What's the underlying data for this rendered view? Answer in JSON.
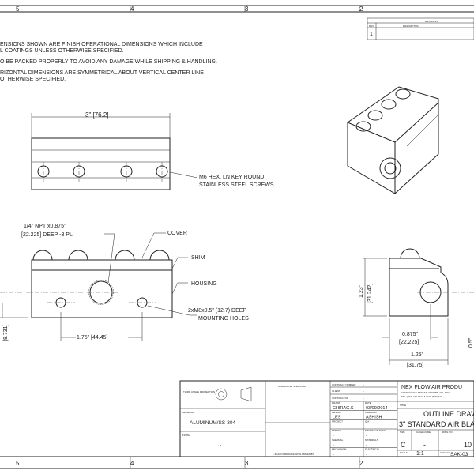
{
  "border": {
    "zones": [
      "5",
      "4",
      "3",
      "2"
    ]
  },
  "notes": [
    "ENSIONS SHOWN ARE FINISH OPERATIONAL DIMENSIONS WHICH INCLUDE",
    "L COATINGS UNLESS OTHERWISE SPECIFIED.",
    "O BE PACKED PROPERLY TO AVOID ANY DAMAGE WHILE SHIPPING & HANDLING.",
    "RIZONTAL DIMENSIONS ARE SYMMETRICAL ABOUT VERTICAL CENTER LINE",
    " OTHERWISE SPECIFIED."
  ],
  "revisions": {
    "title": "REVISIONS",
    "rev_header": "REV",
    "desc_header": "DESCRIPTION",
    "rows": [
      {
        "rev": "1",
        "desc": ""
      }
    ]
  },
  "top_view": {
    "width_dim": "3\" [76.2]",
    "screw_note": [
      "M6 HEX. LN KEY ROUND",
      "STAINLESS STEEL SCREWS"
    ]
  },
  "front_view": {
    "port_note": [
      "1/4\" NPT x0.875\"",
      "[22.225] DEEP -3 PL"
    ],
    "cover": "COVER",
    "shim": "SHIM",
    "housing": "HOUSING",
    "mount_note": [
      "2xM8x0.5\" (12.7) DEEP",
      "MOUNTING HOLES"
    ],
    "hole_spacing": "1.75\" [44.45]",
    "left_dim": "[8.731]"
  },
  "side_view": {
    "height_dim": [
      "1.23\"",
      "[31.242]"
    ],
    "port_dim": [
      "0.875\"",
      "[22.225]"
    ],
    "width_dim": [
      "1.25\"",
      "[31.75]"
    ],
    "right_dim": "0.5\""
  },
  "title_block": {
    "projection": "THIRD ANGLE PROJECTION",
    "otherwise": "OTHERWISE SPECIFIED",
    "material_label": "MATERIAL",
    "material": "ALUMINUM/SS-304",
    "finish_label": "FINISH",
    "finish": "-",
    "accordance": "+ IN ACCORDANCE WITH ANS 10387",
    "contract_label": "CONTRACT NUMBER",
    "contract": "-",
    "client_label": "CLIENT",
    "client": "-",
    "contractor_label": "CONTRACTOR",
    "contractor": "-",
    "drawn_label": "DRAWN",
    "drawn": "CHIRAG.S",
    "date_label": "DATE",
    "date": "03/09/2014",
    "design_label": "DESIGN",
    "design": "LES",
    "checked_label": "CHECKED",
    "checked": "ASHISH",
    "project_label": "PROJECT",
    "project": "-",
    "qa_label": "Q.A.",
    "qa": "-",
    "stress_label": "STRESS",
    "stress": "-",
    "mfg_label": "MANUFACTURING",
    "mfg": "-",
    "thermal_label": "THERMAL",
    "thermal": "-",
    "materials_label": "MATERIALS",
    "materials": "-",
    "mech_label": "MECHANISM",
    "mech": "-",
    "elec_label": "ELECTRICAL",
    "elec": "-",
    "company": "NEX FLOW AIR PRODU",
    "address": "10520 YONGE STREET, UNIT 35B-220, RICH",
    "phone": "TEL: (416) 410-1313 & FAX: (416) 410-",
    "title_label": "TITLE",
    "title1": "OUTLINE DRAW",
    "title2": "3\" STANDARD AIR BLA",
    "size_label": "SIZE",
    "size": "C",
    "cage_label": "CAGE CODE",
    "cage": "-",
    "dwg_label": "DWG NO",
    "dwg": "10",
    "scale_label": "SCALE",
    "scale": "1:1",
    "cad_label": "CAD NO",
    "cad": "SAK-03"
  }
}
